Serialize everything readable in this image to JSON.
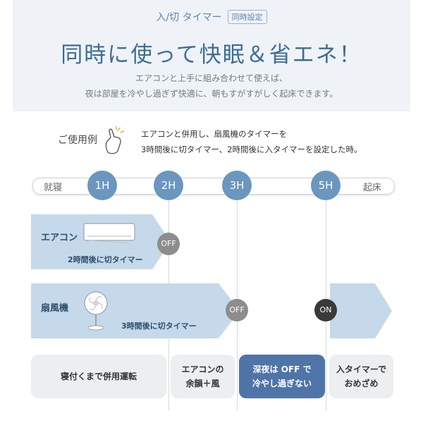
{
  "header": {
    "subtitle": "入/切 タイマー",
    "tag": "同時設定",
    "title": "同時に使って快眠＆省エネ！",
    "desc_line1": "エアコンと上手に組み合わせて使えば、",
    "desc_line2": "夜は部屋を冷やし過ぎず快適に、朝もすがすがしく起床できます。"
  },
  "usage": {
    "label": "ご使用例",
    "text_line1": "エアコンと併用し、扇風機のタイマーを",
    "text_line2": "3時間後に切タイマー、2時間後に入タイマーを設定した時。"
  },
  "timeline": {
    "start": "就寝",
    "end": "起床",
    "hours": [
      "1H",
      "2H",
      "3H",
      "5H"
    ]
  },
  "aircon": {
    "label": "エアコン",
    "timer": "2時間後に切タイマー",
    "badge": "OFF"
  },
  "fan": {
    "label": "扇風機",
    "timer": "3時間後に切タイマー",
    "badge_off": "OFF",
    "badge_on": "ON"
  },
  "phases": [
    {
      "line1": "寝付くまで併用運転",
      "line2": ""
    },
    {
      "line1": "エアコンの",
      "line2": "余韻＋風"
    },
    {
      "line1": "深夜は OFF で",
      "line2": "冷やし過ぎない"
    },
    {
      "line1": "入タイマーで",
      "line2": "おめざめ"
    }
  ],
  "colors": {
    "header_bg": "#eff3f7",
    "title": "#3d6d95",
    "hour_circle": "#6b96be",
    "arrow_fill": "#c5d9ea",
    "off_badge": "#8d8d8d",
    "on_badge": "#3a3a3a",
    "highlight_phase": "#4f74a8"
  }
}
